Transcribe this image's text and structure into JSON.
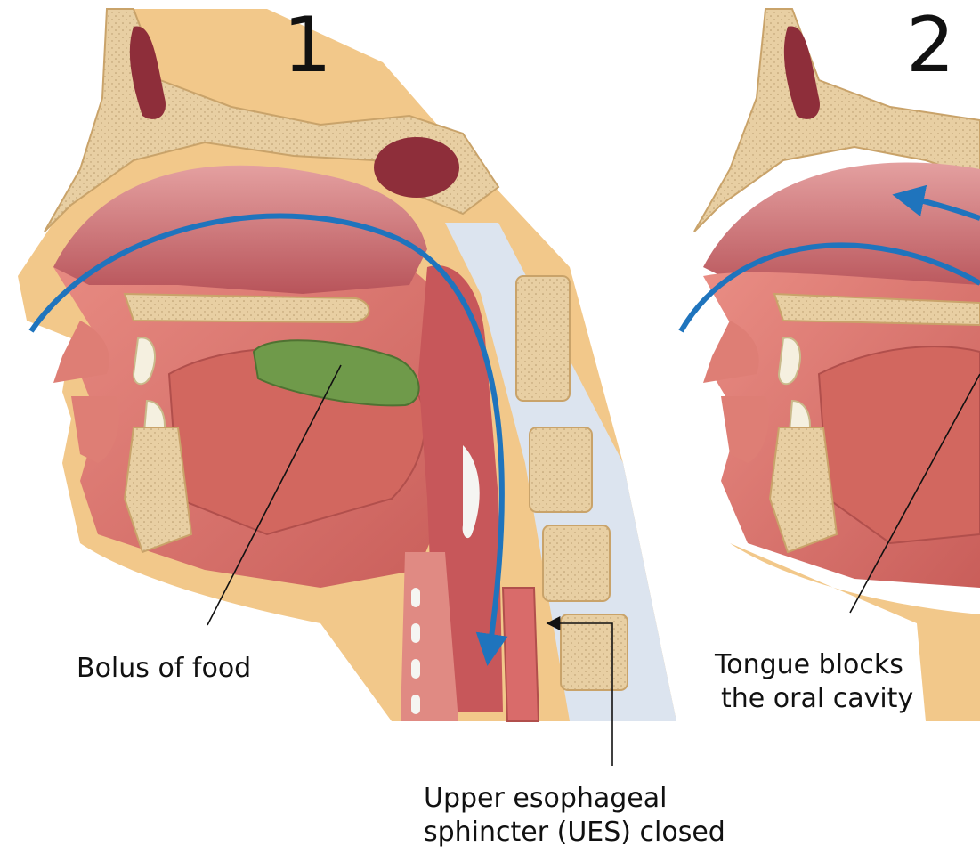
{
  "panels": [
    {
      "number": "1"
    },
    {
      "number": "2"
    }
  ],
  "labels": {
    "bolus": "Bolus of food",
    "ues_line1": "Upper esophageal",
    "ues_line2": "sphincter (UES) closed",
    "tongue_line1": "Tongue blocks",
    "tongue_line2": "the oral cavity"
  },
  "colors": {
    "skin": "#f2c88a",
    "bone": "#e8cfa3",
    "tissue": "#d9746c",
    "cavity": "#b8545a",
    "bolus": "#6f9a4a",
    "arrow": "#1f74bd",
    "cartilage": "#f5f5f2",
    "spine_sheath": "#dce4ef"
  }
}
